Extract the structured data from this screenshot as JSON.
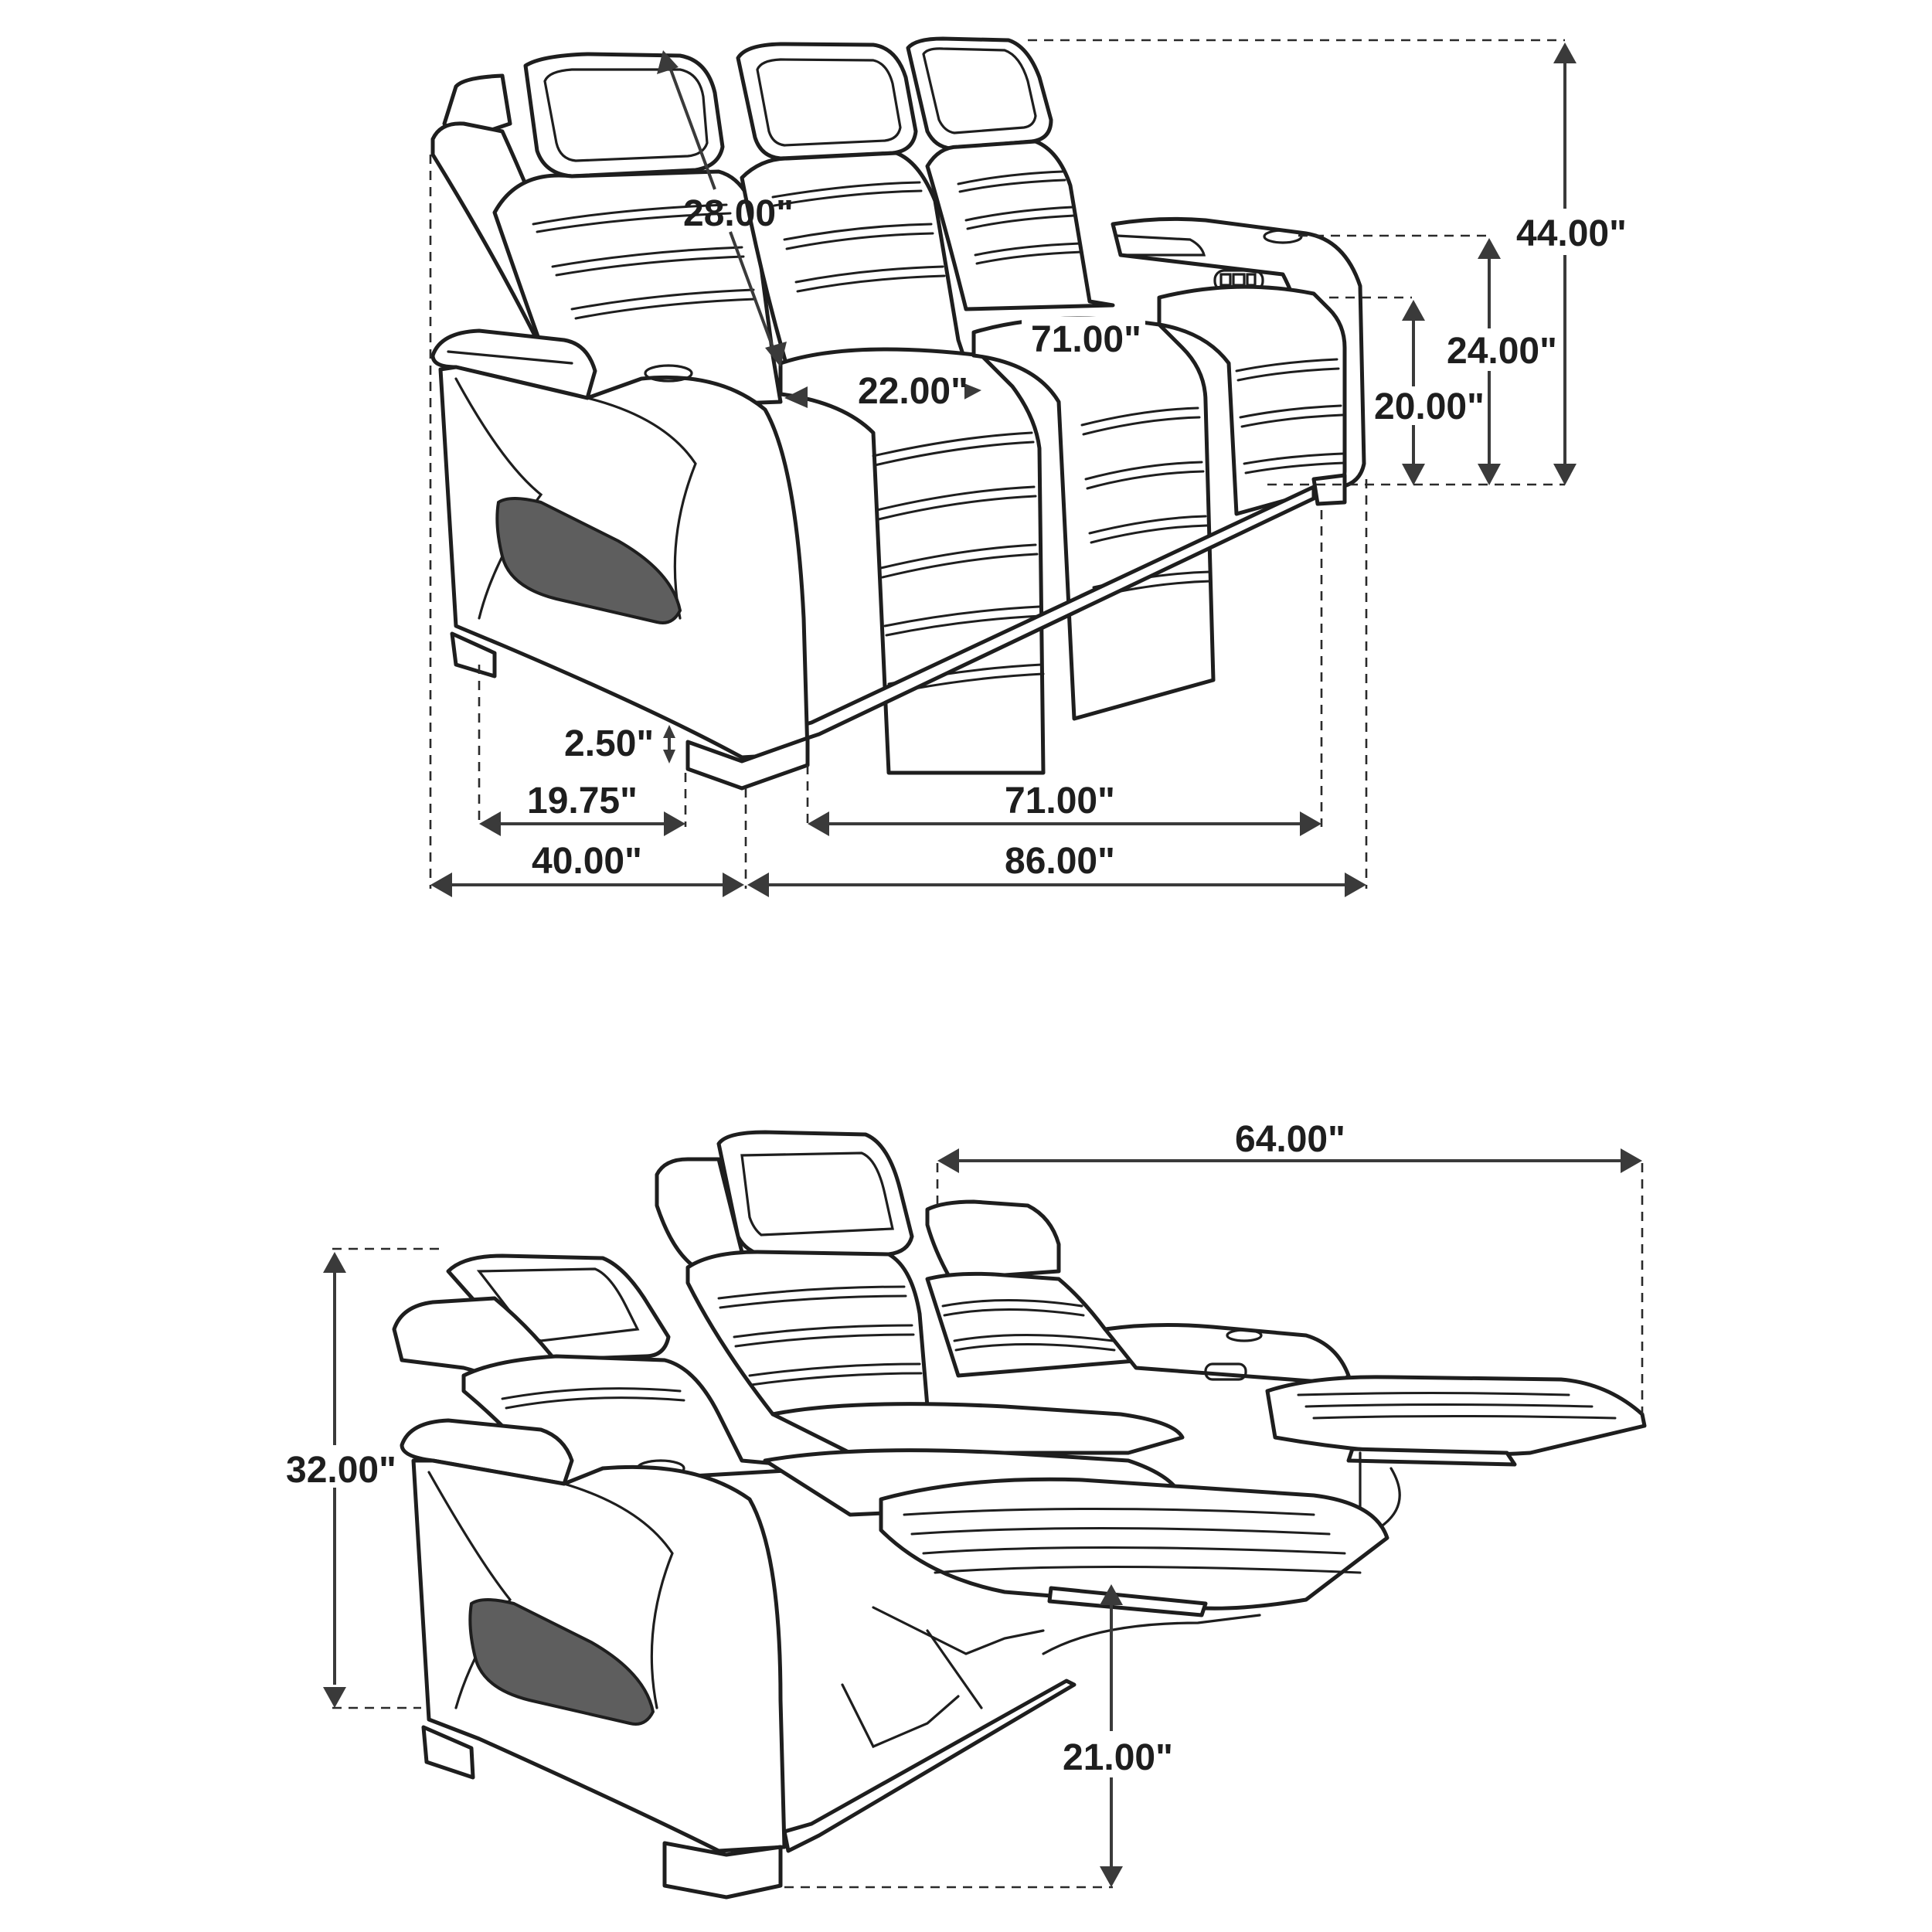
{
  "diagram": {
    "subject": "Power reclining sofa dimension drawing",
    "views": [
      {
        "name": "upright-view",
        "dimensions": {
          "overall_height": "44.00\"",
          "arm_height": "24.00\"",
          "seat_height": "20.00\"",
          "seat_back_height": "28.00\"",
          "seat_depth": "22.00\"",
          "seat_width": "71.00\"",
          "leg_height": "2.50\"",
          "inner_depth": "19.75\"",
          "overall_depth": "40.00\"",
          "bottom_seat_width": "71.00\"",
          "overall_width": "86.00\""
        }
      },
      {
        "name": "reclined-view",
        "dimensions": {
          "reclined_extension": "64.00\"",
          "reclined_height": "32.00\"",
          "footrest_height": "21.00\""
        }
      }
    ],
    "colors": {
      "line": "#1e1e1e",
      "dimension": "#3a3a3a",
      "speaker_fill": "#5e5e5e",
      "background": "#ffffff"
    }
  }
}
